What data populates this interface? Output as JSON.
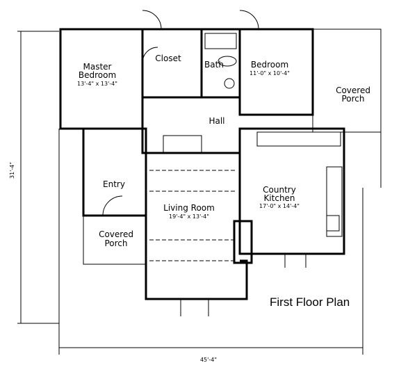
{
  "title": "First Floor Plan",
  "overall_dimensions": {
    "width": "45'-4\"",
    "depth": "31'-4\""
  },
  "rooms": {
    "master_bedroom": {
      "name_line1": "Master",
      "name_line2": "Bedroom",
      "size": "13'-4\" x 13'-4\""
    },
    "closet": {
      "name": "Closet"
    },
    "bath": {
      "name": "Bath"
    },
    "bedroom": {
      "name": "Bedroom",
      "size": "11'-0\" x 10'-4\""
    },
    "covered_porch_right": {
      "name_line1": "Covered",
      "name_line2": "Porch"
    },
    "hall": {
      "name": "Hall"
    },
    "kitchen": {
      "name_line1": "Country",
      "name_line2": "Kitchen",
      "size": "17'-0\" x 14'-4\""
    },
    "entry": {
      "name": "Entry"
    },
    "living_room": {
      "name": "Living Room",
      "size": "19'-4\" x 13'-4\""
    },
    "covered_porch_left": {
      "name_line1": "Covered",
      "name_line2": "Porch"
    }
  }
}
